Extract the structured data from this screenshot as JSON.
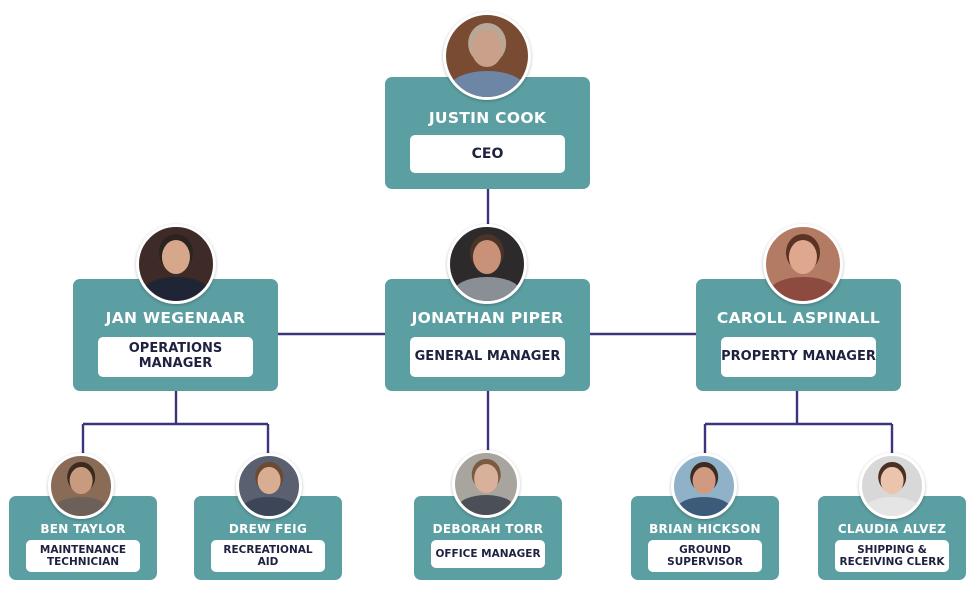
{
  "colors": {
    "card": "#5c9fa2",
    "line": "#3b3580",
    "title_text": "#1e2140"
  },
  "people": [
    {
      "id": "justin",
      "name": "JUSTIN COOK",
      "title": "CEO",
      "skin": "#c9a08a",
      "hair": "#b9a898",
      "shirt": "#6d86a6",
      "bg": "#7a4b33"
    },
    {
      "id": "jan",
      "name": "JAN WEGENAAR",
      "title": "OPERATIONS MANAGER",
      "skin": "#d7a78c",
      "hair": "#2b2320",
      "shirt": "#202536",
      "bg": "#3e2a26"
    },
    {
      "id": "jonathan",
      "name": "JONATHAN PIPER",
      "title": "GENERAL MANAGER",
      "skin": "#c99278",
      "hair": "#4a3428",
      "shirt": "#8a8f95",
      "bg": "#2d2a2b"
    },
    {
      "id": "caroll",
      "name": "CAROLL ASPINALL",
      "title": "PROPERTY MANAGER",
      "skin": "#e0a78f",
      "hair": "#5a3324",
      "shirt": "#8d4a3e",
      "bg": "#b37b63"
    },
    {
      "id": "ben",
      "name": "BEN TAYLOR",
      "title": "MAINTENANCE\nTECHNICIAN",
      "skin": "#c89a7e",
      "hair": "#3a2a20",
      "shirt": "#6d6058",
      "bg": "#8a6b55"
    },
    {
      "id": "drew",
      "name": "DREW FEIG",
      "title": "RECREATIONAL\nAID",
      "skin": "#d8ad92",
      "hair": "#6a4a30",
      "shirt": "#3d4658",
      "bg": "#5b6070"
    },
    {
      "id": "deborah",
      "name": "DEBORAH TORR",
      "title": "OFFICE MANAGER",
      "skin": "#d9b09a",
      "hair": "#7a5a40",
      "shirt": "#4b4f56",
      "bg": "#a8a59f"
    },
    {
      "id": "brian",
      "name": "BRIAN HICKSON",
      "title": "GROUND\nSUPERVISOR",
      "skin": "#d19a80",
      "hair": "#3b2b22",
      "shirt": "#3c5a7a",
      "bg": "#8fb2c8"
    },
    {
      "id": "claudia",
      "name": "CLAUDIA ALVEZ",
      "title": "SHIPPING &\nRECEIVING CLERK",
      "skin": "#ecc4ad",
      "hair": "#4a3022",
      "shirt": "#e5e5e5",
      "bg": "#d8d8d8"
    }
  ]
}
